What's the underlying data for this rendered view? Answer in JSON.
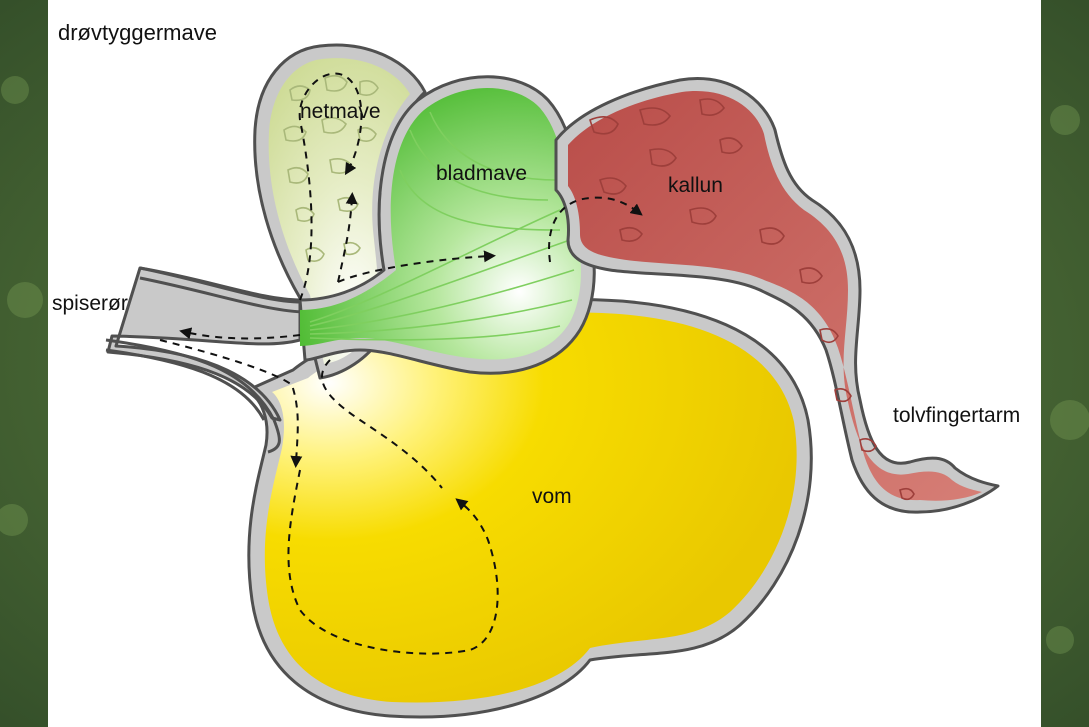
{
  "title": "drøvtyggermave",
  "labels": {
    "netmave": "netmave",
    "bladmave": "bladmave",
    "kallun": "kallun",
    "spiseror": "spiserør",
    "tolvfingertarm": "tolvfingertarm",
    "vom": "vom"
  },
  "colors": {
    "background": "#4a6b35",
    "panel": "#ffffff",
    "netmave": "#dde6b4",
    "bladmave": "#5cc43c",
    "kallun": "#c9655f",
    "vom": "#f2d600",
    "wall": "#c9c9c9",
    "outline": "#505050"
  }
}
